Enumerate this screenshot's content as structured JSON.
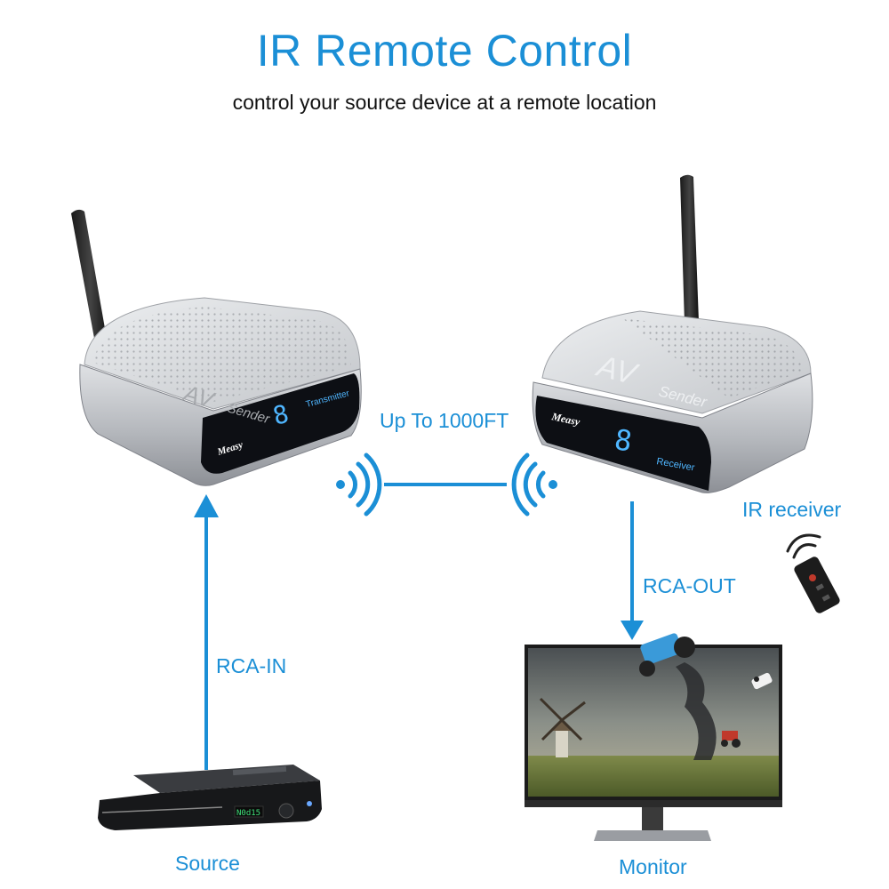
{
  "header": {
    "title": "IR Remote Control",
    "subtitle": "control your source device at a remote location"
  },
  "transmitter": {
    "brand": "Measy",
    "model": "AV",
    "model_suffix": "Sender",
    "panel_label": "Transmitter",
    "channel_digit": "8"
  },
  "receiver": {
    "brand": "Measy",
    "model": "AV",
    "model_suffix": "Sender",
    "panel_label": "Receiver",
    "channel_digit": "8"
  },
  "labels": {
    "range": "Up To 1000FT",
    "ir_receiver": "IR receiver",
    "rca_out": "RCA-OUT",
    "rca_in": "RCA-IN",
    "source": "Source",
    "monitor": "Monitor"
  },
  "player": {
    "display_text": "N0d15"
  },
  "colors": {
    "accent": "#1b8fd6",
    "device_body": "#b9bcc1",
    "panel": "#0d0f14",
    "digit": "#4fb6ff"
  }
}
